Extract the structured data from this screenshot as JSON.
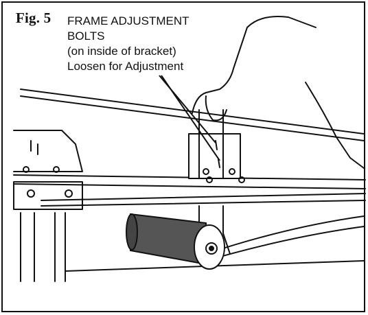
{
  "figure": {
    "label": "Fig. 5",
    "callout": {
      "line1": "FRAME ADJUSTMENT",
      "line2": "BOLTS",
      "line3": "(on inside of bracket)",
      "line4": "Loosen for Adjustment"
    }
  },
  "colors": {
    "ink": "#111111",
    "roller_shade": "#555555",
    "background": "#ffffff"
  }
}
